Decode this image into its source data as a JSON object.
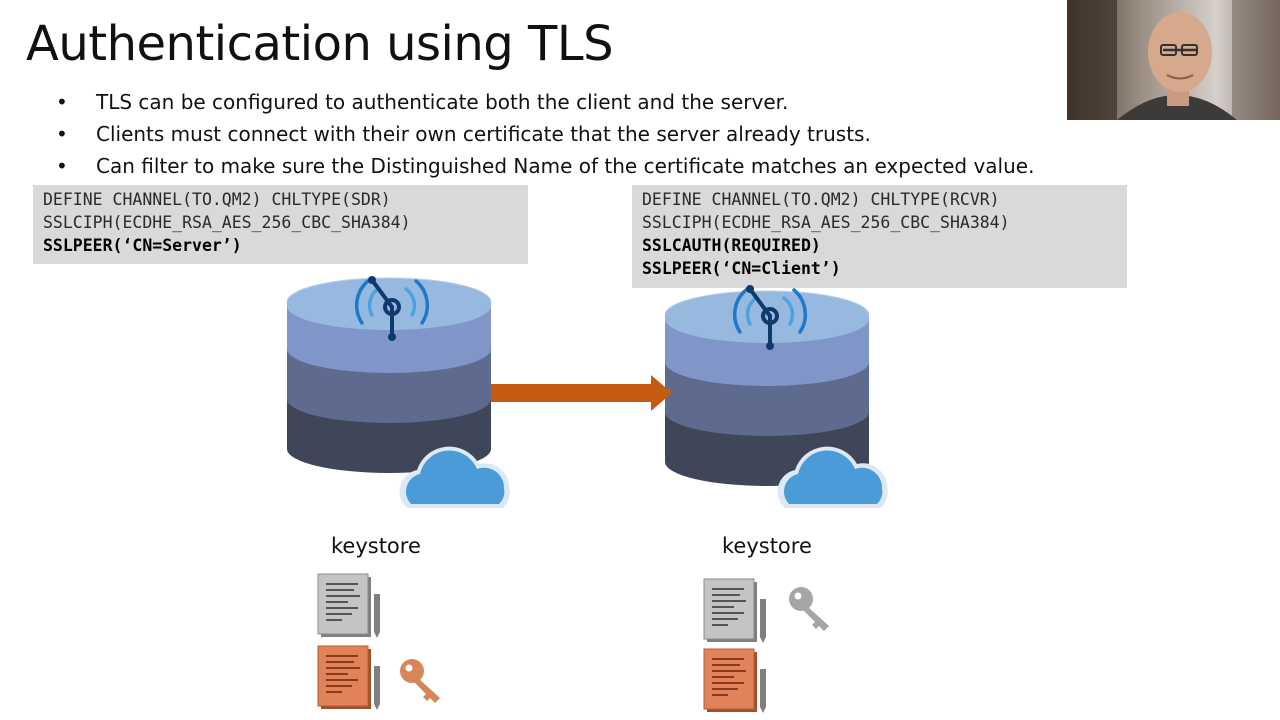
{
  "slide": {
    "title": "Authentication using TLS",
    "bullets": [
      "TLS can be configured to authenticate both the client and the server.",
      "Clients must connect with their own certificate that the server already trusts.",
      "Can filter to make sure the Distinguished Name of the certificate matches an expected value."
    ],
    "bullet_symbol": "•"
  },
  "left_config": {
    "line1": "DEFINE CHANNEL(TO.QM2) CHLTYPE(SDR)",
    "line2": "SSLCIPH(ECDHE_RSA_AES_256_CBC_SHA384)",
    "line3": "SSLPEER(‘CN=Server’)"
  },
  "right_config": {
    "line1": "DEFINE CHANNEL(TO.QM2) CHLTYPE(RCVR)",
    "line2": "SSLCIPH(ECDHE_RSA_AES_256_CBC_SHA384)",
    "line3": "SSLCAUTH(REQUIRED)",
    "line4": "SSLPEER(‘CN=Client’)"
  },
  "left_keystore": {
    "label": "keystore"
  },
  "right_keystore": {
    "label": "keystore"
  },
  "colors": {
    "db_top": "#97b9df",
    "db_layer2": "#8096c9",
    "db_layer3": "#5e6b8e",
    "db_layer4": "#40465a",
    "arrow": "#c55a11",
    "cloud": "#4a9bd8",
    "cert_gray": "#a6a6a6",
    "cert_orange": "#e0835a",
    "key_orange": "#d5875a",
    "key_gray": "#a6a6a6",
    "code_bg": "#d9d9d9"
  },
  "icons": [
    "database-icon",
    "antenna-icon",
    "cloud-icon",
    "certificate-icon",
    "key-icon",
    "arrow-right-icon",
    "webcam-video"
  ]
}
